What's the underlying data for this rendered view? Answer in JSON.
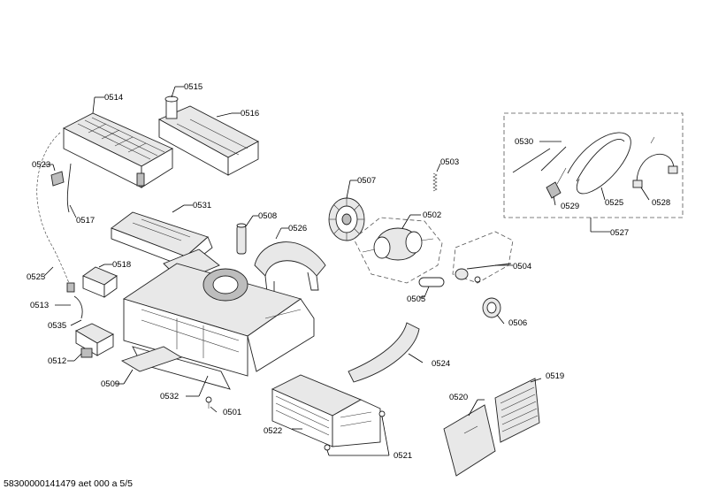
{
  "labels": {
    "p0514": "0514",
    "p0515": "0515",
    "p0516": "0516",
    "p0523": "0523",
    "p0517": "0517",
    "p0531": "0531",
    "p0508": "0508",
    "p0526": "0526",
    "p0507": "0507",
    "p0503": "0503",
    "p0502": "0502",
    "p0530": "0530",
    "p0529": "0529",
    "p0525a": "0525",
    "p0528": "0528",
    "p0527": "0527",
    "p0525b": "0525",
    "p0518": "0518",
    "p0513": "0513",
    "p0535": "0535",
    "p0512": "0512",
    "p0509": "0509",
    "p0532": "0532",
    "p0501": "0501",
    "p0504": "0504",
    "p0505": "0505",
    "p0506": "0506",
    "p0524": "0524",
    "p0520": "0520",
    "p0519": "0519",
    "p0522": "0522",
    "p0521": "0521"
  },
  "footer": "58300000141479 aet 000 a 5/5"
}
